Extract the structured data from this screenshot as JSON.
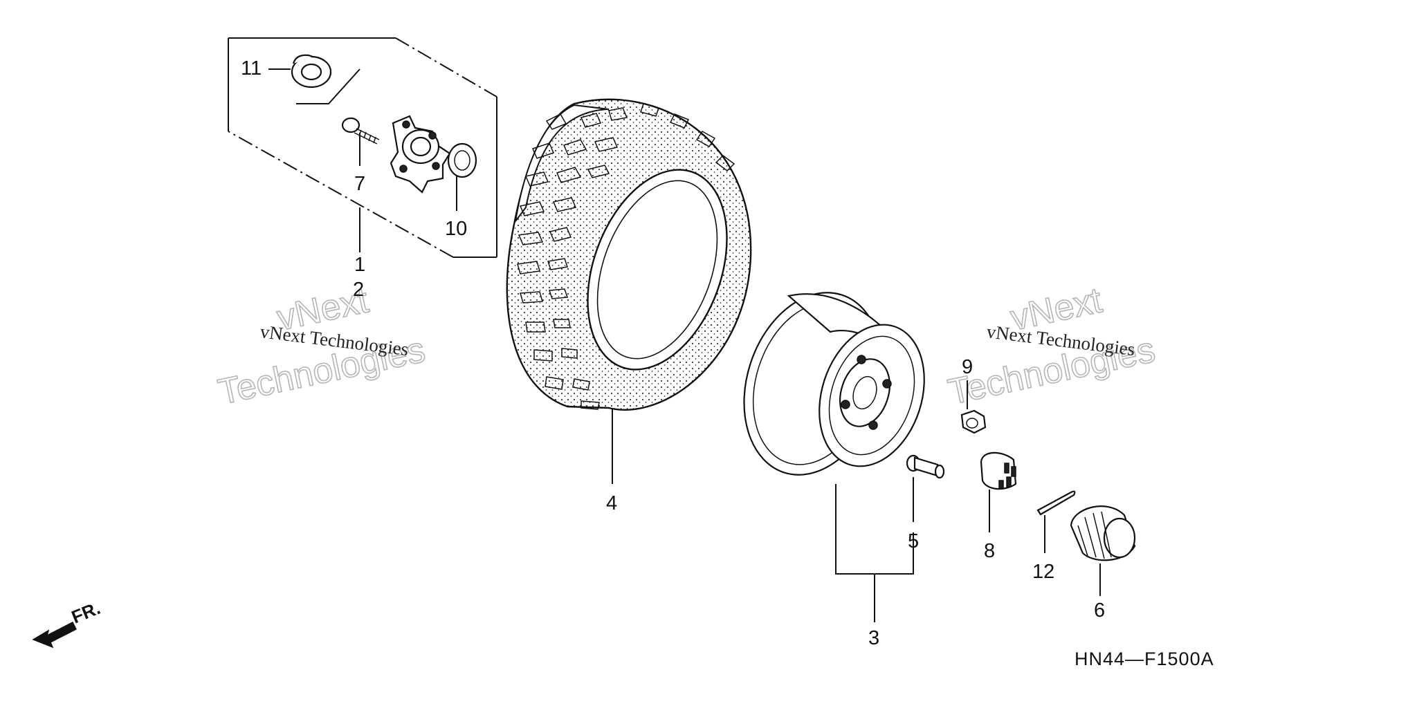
{
  "diagram": {
    "figure_code": "HN44—F1500A",
    "front_marker": "FR.",
    "callouts": {
      "c1": "1",
      "c2": "2",
      "c3": "3",
      "c4": "4",
      "c5": "5",
      "c6": "6",
      "c7": "7",
      "c8": "8",
      "c9": "9",
      "c10": "10",
      "c11": "11",
      "c12": "12"
    }
  },
  "watermark": {
    "line_small": "vNext Technologies",
    "word_top": "vNext",
    "word_bottom": "Technologies"
  }
}
